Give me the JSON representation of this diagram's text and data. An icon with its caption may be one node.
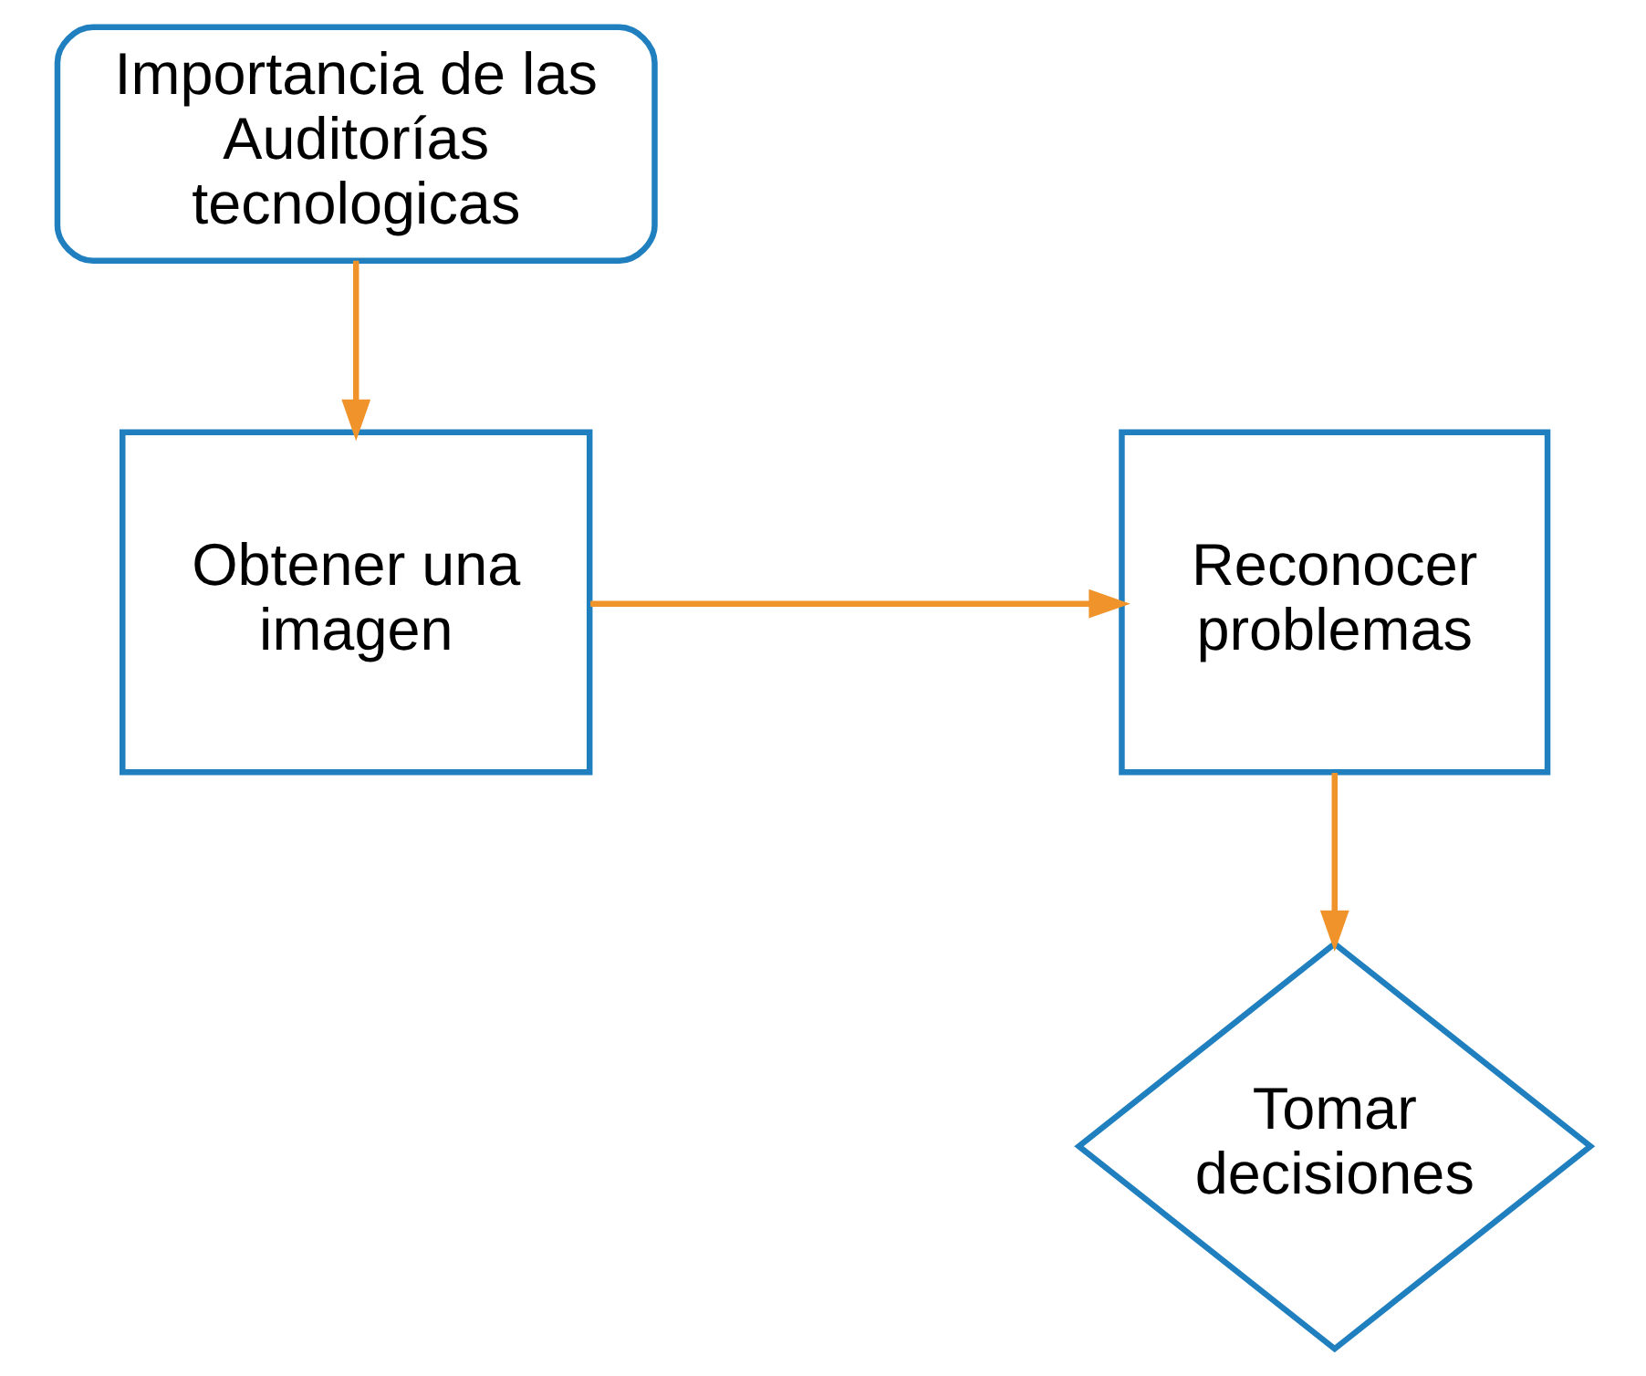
{
  "diagram": {
    "nodes": [
      {
        "text": [
          "Importancia de las Auditorías tecnologicas"
        ]
      },
      {
        "text": [
          "Obtener una imagen"
        ]
      },
      {
        "text": [
          "Reconocer problemas"
        ]
      },
      {
        "text": [
          "Tomar decisiones"
        ]
      }
    ],
    "edges": [
      {
        "from": 0,
        "to": 1,
        "arrow": "to"
      },
      {
        "from": 1,
        "to": 2,
        "arrow": "to"
      },
      {
        "from": 2,
        "to": 3,
        "arrow": "to"
      }
    ]
  }
}
